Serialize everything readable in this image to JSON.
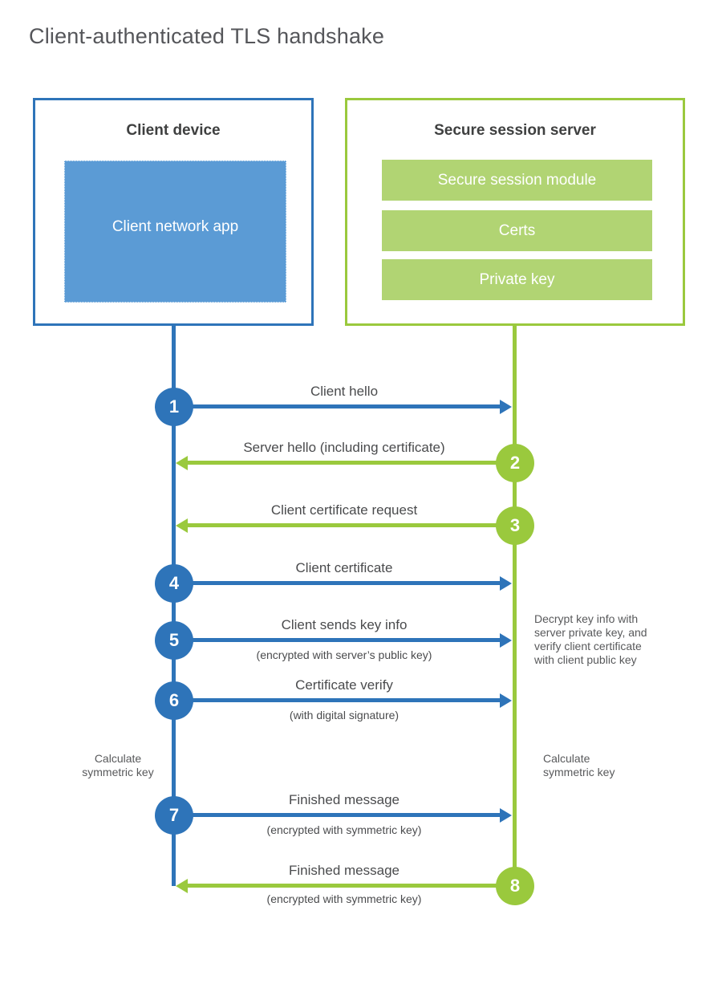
{
  "title": "Client-authenticated TLS handshake",
  "colors": {
    "blue": "#2E74B9",
    "blue_fill": "#5B9BD5",
    "green": "#9AC93D",
    "green_fill": "#B1D473",
    "text_dark": "#3F4040",
    "text_label": "#4A4B4D",
    "title_gray": "#55565A"
  },
  "client": {
    "title": "Client device",
    "app_label": "Client network app"
  },
  "server": {
    "title": "Secure session server",
    "modules": [
      "Secure session module",
      "Certs",
      "Private key"
    ]
  },
  "messages": [
    {
      "number": "1",
      "label": "Client hello",
      "sub": "",
      "from": "client",
      "direction": "right"
    },
    {
      "number": "2",
      "label": "Server hello (including certificate)",
      "sub": "",
      "from": "server",
      "direction": "left"
    },
    {
      "number": "3",
      "label": "Client certificate request",
      "sub": "",
      "from": "server",
      "direction": "left"
    },
    {
      "number": "4",
      "label": "Client certificate",
      "sub": "",
      "from": "client",
      "direction": "right"
    },
    {
      "number": "5",
      "label": "Client sends key info",
      "sub": "(encrypted with server’s public key)",
      "from": "client",
      "direction": "right"
    },
    {
      "number": "6",
      "label": "Certificate verify",
      "sub": "(with digital signature)",
      "from": "client",
      "direction": "right"
    },
    {
      "number": "7",
      "label": "Finished message",
      "sub": "(encrypted with symmetric key)",
      "from": "client",
      "direction": "right"
    },
    {
      "number": "8",
      "label": "Finished message",
      "sub": "(encrypted with symmetric key)",
      "from": "server",
      "direction": "left"
    }
  ],
  "notes": {
    "decrypt": "Decrypt key info with server private key, and verify client certificate with client public key",
    "calc_client": "Calculate symmetric key",
    "calc_server": "Calculate symmetric key"
  }
}
